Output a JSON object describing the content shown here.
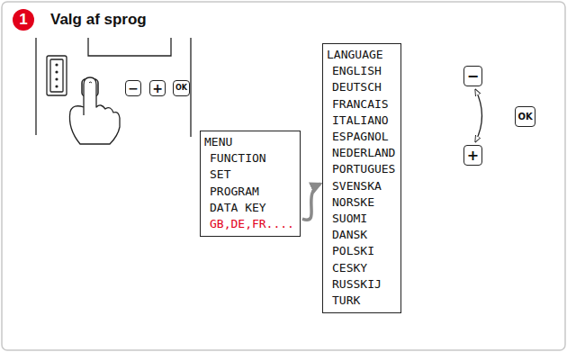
{
  "diagram": {
    "title": "Valg af sprog",
    "nodes": [
      {
        "text": [
          "−"
        ]
      },
      {
        "text": [
          "+"
        ]
      },
      {
        "text": [
          "OK"
        ]
      },
      {
        "text": [
          "MENU",
          "FUNCTION",
          "SET",
          "PROGRAM",
          "DATA KEY",
          "GB,DE,FR...."
        ]
      },
      {
        "text": [
          "LANGUAGE",
          "ENGLISH",
          "DEUTSCH",
          "FRANCAIS",
          "ITALIANO",
          "ESPAGNOL",
          "NEDERLAND",
          "PORTUGUES",
          "SVENSKA",
          "NORSKE",
          "SUOMI",
          "DANSK",
          "POLSKI",
          "CESKY",
          "RUSSKIJ",
          "TURK"
        ]
      },
      {
        "text": [
          "−"
        ]
      },
      {
        "text": [
          "OK"
        ]
      },
      {
        "text": [
          "+"
        ]
      }
    ],
    "edges": [
      {
        "from": 3,
        "to": 4,
        "arrow": "to"
      },
      {
        "from": 5,
        "to": 7,
        "arrow": "both"
      }
    ],
    "labels": [
      "1"
    ]
  }
}
